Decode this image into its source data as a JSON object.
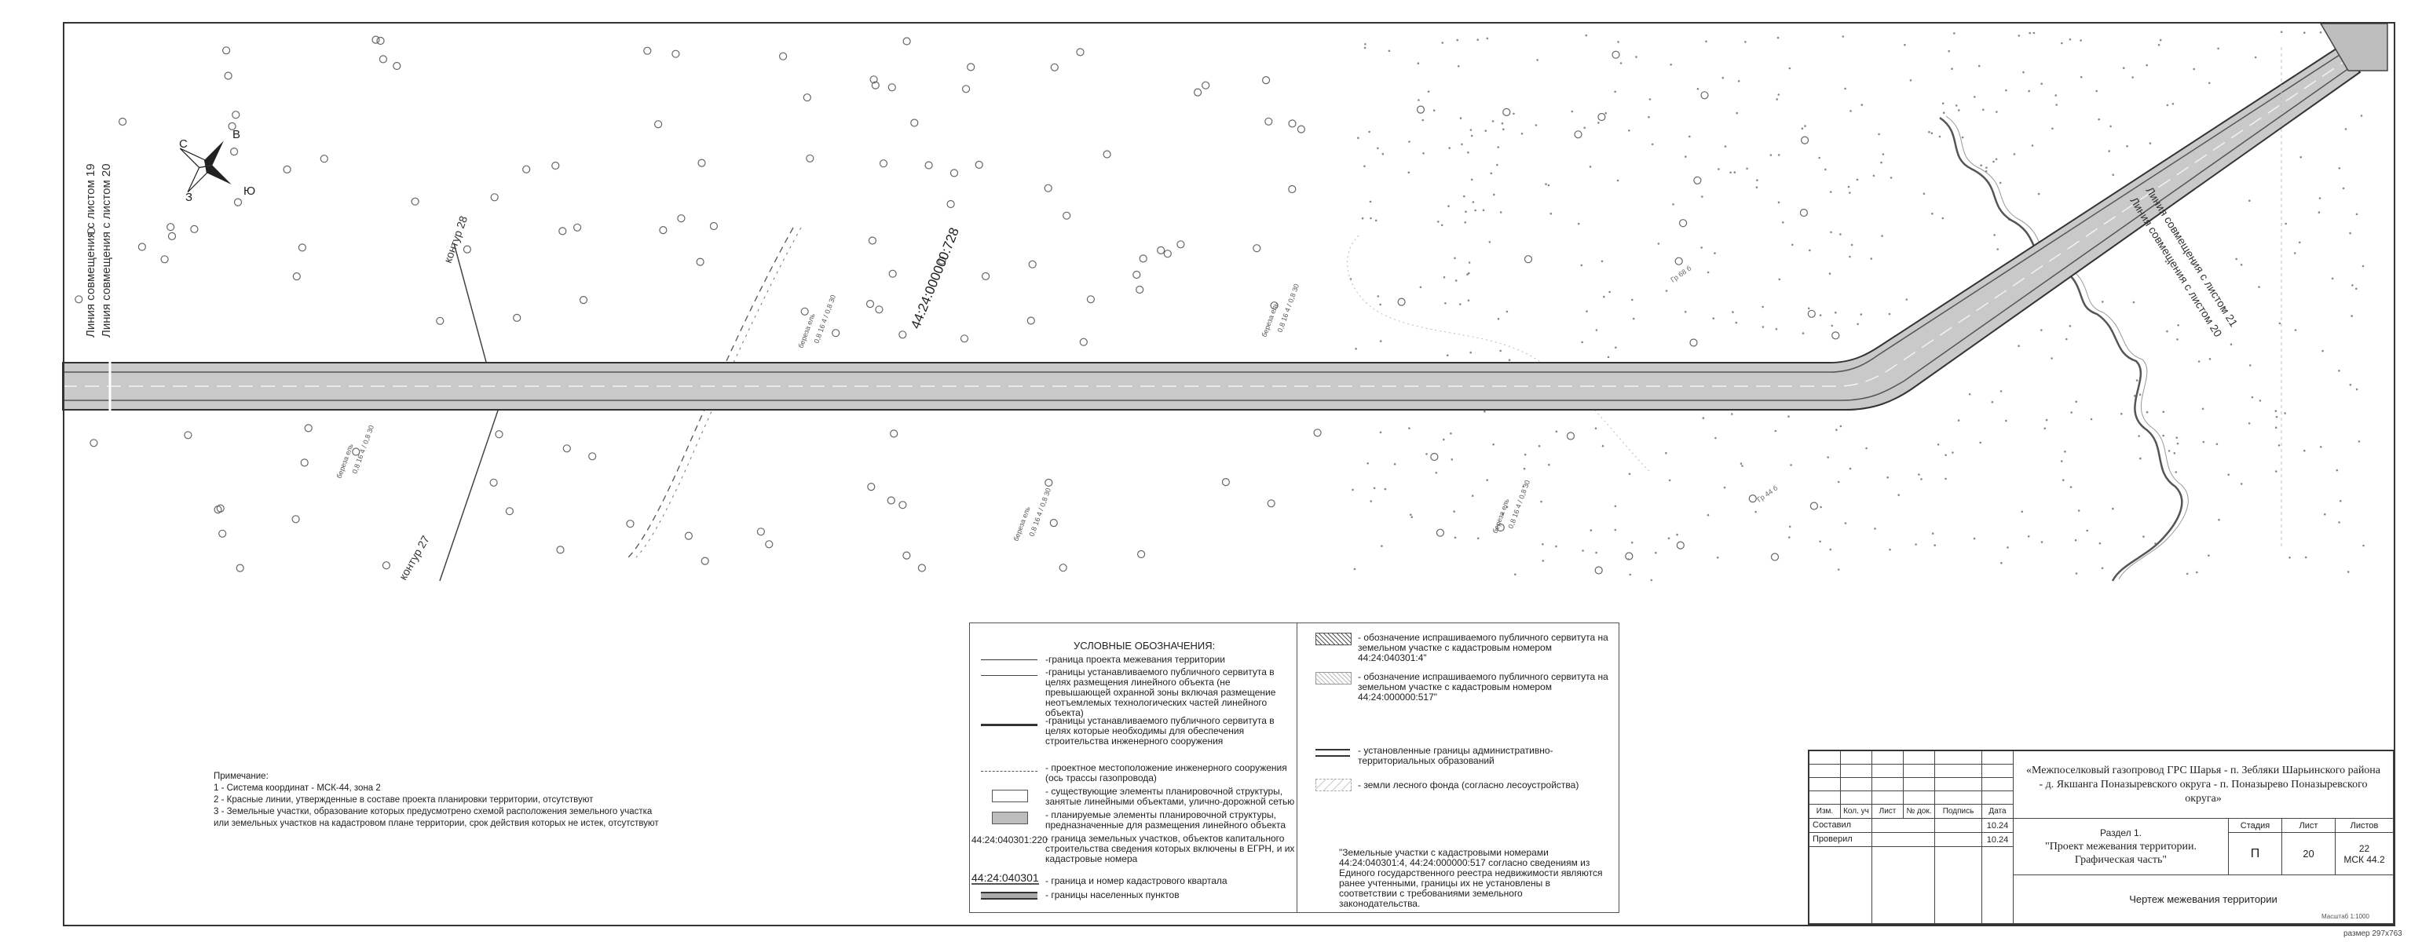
{
  "drawing": {
    "sheet_join_left_1": "Линия совмещения с листом 19",
    "sheet_join_left_2": "Линия совмещения с листом 20",
    "sheet_join_right_1": "Линия совмещения с листом 20",
    "sheet_join_right_2": "Линия совмещения с листом 21",
    "compass": {
      "n": "С",
      "e": "В",
      "s": "Ю",
      "w": "З"
    },
    "contour_28": "контур 28",
    "contour_27": "контур 27",
    "cadastral_label": "44:24:000000:728",
    "forest_label": "береза ель",
    "forest_params": "0,8 16 4 / 0,8 30",
    "grid_note_1": "Гр 68 б",
    "grid_note_2": "Гр 44 б"
  },
  "legend": {
    "title": "УСЛОВНЫЕ ОБОЗНАЧЕНИЯ:",
    "items": [
      "-граница проекта межевания территории",
      "-границы устанавливаемого публичного сервитута в целях размещения линейного объекта (не превышающей охранной зоны включая размещение неотъемлемых технологических частей линейного объекта)",
      "-границы устанавливаемого публичного сервитута в целях которые необходимы для обеспечения строительства инженерного сооружения",
      "- проектное местоположение инженерного сооружения (ось трассы газопровода)",
      "- существующие элементы планировочной структуры, занятые линейными объектами, улично-дорожной сетью",
      "- планируемые элементы планировочной структуры, предназначенные для размещения линейного объекта",
      "- граница земельных участков, объектов капитального строительства сведения которых включены в ЕГРН, и их кадастровые номера",
      "- граница и номер кадастрового квартала",
      "- границы населенных пунктов"
    ],
    "parcel_code": "44:24:040301:220",
    "quarter_code": "44:24:040301",
    "right_items": [
      "- обозначение испрашиваемого публичного сервитута на земельном участке с кадастровым номером 44:24:040301:4\"",
      "- обозначение испрашиваемого публичного сервитута на земельном участке с кадастровым номером 44:24:000000:517\"",
      "- установленные границы административно-территориальных образований",
      "- земли лесного фонда (согласно лесоустройства)"
    ],
    "footnote": "\"Земельные участки с кадастровыми номерами 44:24:040301:4, 44:24:000000:517 согласно сведениям из Единого государственного реестра недвижимости являются ранее учтенными, границы их не установлены в соответствии с требованиями земельного законодательства."
  },
  "notes": {
    "title": "Примечание:",
    "lines": [
      "1 - Система координат - МСК-44, зона 2",
      "2 - Красные линии, утвержденные в составе проекта планировки территории, отсутствуют",
      "3 - Земельные участки, образование которых предусмотрено схемой расположения земельного участка",
      "или земельных участков на кадастровом плане территории, срок действия которых не истек, отсутствуют"
    ]
  },
  "stamp": {
    "project_title": "«Межпоселковый газопровод ГРС Шарья - п. Зебляки Шарьинского района - д. Якшанга Поназыревского округа - п. Поназырево Поназыревского округа»",
    "headers": [
      "Изм.",
      "Кол. уч",
      "Лист",
      "№ док.",
      "Подпись",
      "Дата"
    ],
    "composed": "Составил",
    "checked": "Проверил",
    "date1": "10.24",
    "date2": "10.24",
    "section": "Раздел 1.",
    "section_title": "\"Проект межевания территории. Графическая часть\"",
    "stage_label": "Стадия",
    "sheet_label": "Лист",
    "sheets_label": "Листов",
    "stage": "П",
    "sheet": "20",
    "sheets": "22",
    "crs": "МСК 44.2",
    "drawing_name": "Чертеж межевания территории",
    "scale": "Масштаб 1:1000",
    "format": "размер 297x763"
  }
}
